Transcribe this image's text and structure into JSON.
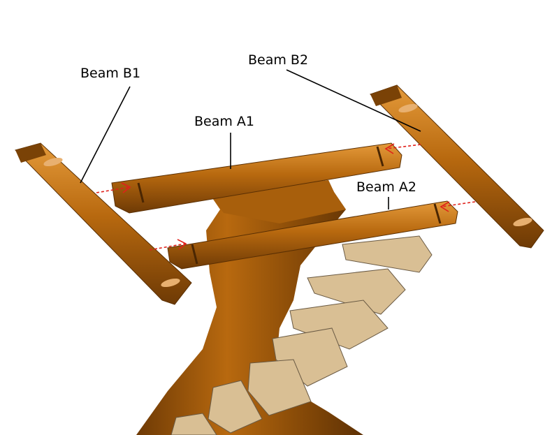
{
  "labels": {
    "beam_b1": "Beam B1",
    "beam_b2": "Beam B2",
    "beam_a1": "Beam A1",
    "beam_a2": "Beam A2"
  },
  "colors": {
    "wood": "#b8690f",
    "wood_dark": "#7a4206",
    "wood_light": "#d98a2a",
    "step": "#d9bf94",
    "step_dark": "#a78f6a",
    "arrow": "#e0201a"
  }
}
